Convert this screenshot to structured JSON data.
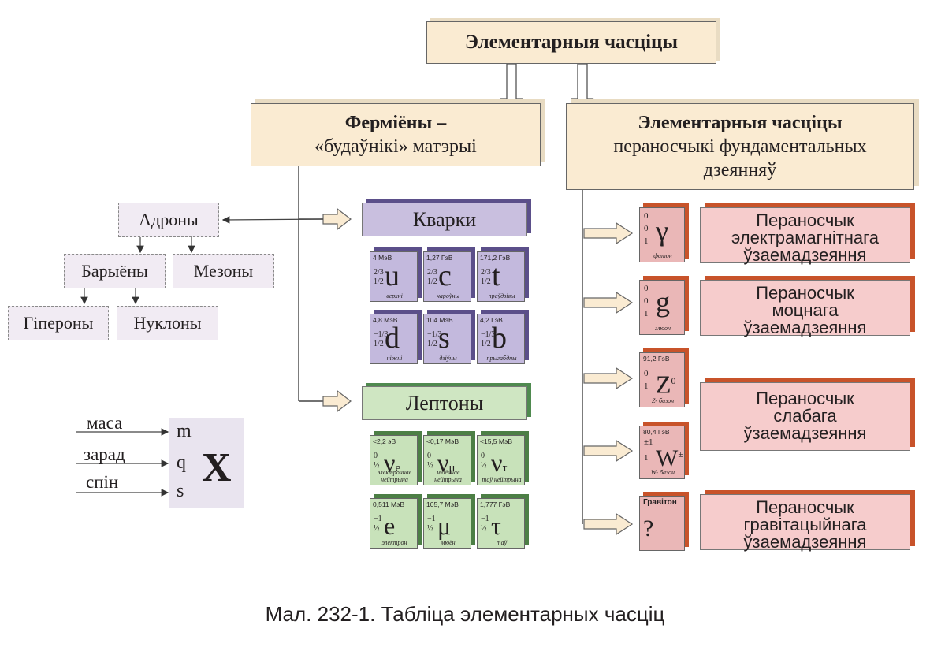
{
  "title": "Элементарныя часціцы",
  "fermions": {
    "line1": "Ферміёны –",
    "line2": "«будаўнікі» матэрыі"
  },
  "bosons": {
    "line1": "Элементарныя часціцы",
    "line2": "пераносчыкі фундаментальных",
    "line3": "дзеянняў"
  },
  "hadrons": {
    "hadrons": "Адроны",
    "baryons": "Барыёны",
    "mesons": "Мезоны",
    "hyperons": "Гіпероны",
    "nucleons": "Нуклоны"
  },
  "quarks": {
    "label": "Кварки",
    "items": [
      {
        "mass": "4 МэВ",
        "charge": "2/3",
        "spin": "1/2",
        "symbol": "u",
        "name": "верхні"
      },
      {
        "mass": "1,27 ГэВ",
        "charge": "2/3",
        "spin": "1/2",
        "symbol": "c",
        "name": "чароўны"
      },
      {
        "mass": "171,2 ГэВ",
        "charge": "2/3",
        "spin": "1/2",
        "symbol": "t",
        "name": "праўдзівы"
      },
      {
        "mass": "4,8 МэВ",
        "charge": "−1/3",
        "spin": "1/2",
        "symbol": "d",
        "name": "ніжні"
      },
      {
        "mass": "104 МэВ",
        "charge": "−1/3",
        "spin": "1/2",
        "symbol": "s",
        "name": "дзіўны"
      },
      {
        "mass": "4,2 ГэВ",
        "charge": "−1/3",
        "spin": "1/2",
        "symbol": "b",
        "name": "прыгабдны"
      }
    ]
  },
  "leptons": {
    "label": "Лептоны",
    "items": [
      {
        "mass": "<2,2 эВ",
        "charge": "0",
        "spin": "½",
        "symbol": "ν",
        "sub": "e",
        "name": "электроннае нейтрына"
      },
      {
        "mass": "<0,17 МэВ",
        "charge": "0",
        "spin": "½",
        "symbol": "ν",
        "sub": "μ",
        "name": "мюённае нейтрына"
      },
      {
        "mass": "<15,5 МэВ",
        "charge": "0",
        "spin": "½",
        "symbol": "ν",
        "sub": "τ",
        "name": "таў нейтрына"
      },
      {
        "mass": "0,511 МэВ",
        "charge": "−1",
        "spin": "½",
        "symbol": "e",
        "sub": "",
        "name": "электрон"
      },
      {
        "mass": "105,7 МэВ",
        "charge": "−1",
        "spin": "½",
        "symbol": "μ",
        "sub": "",
        "name": "мюён"
      },
      {
        "mass": "1,777 ГэВ",
        "charge": "−1",
        "spin": "½",
        "symbol": "τ",
        "sub": "",
        "name": "таў"
      }
    ]
  },
  "gauge_bosons": {
    "photon": {
      "charge": "0",
      "q2": "0",
      "spin": "1",
      "symbol": "γ",
      "name": "фатон"
    },
    "gluon": {
      "charge": "0",
      "q2": "0",
      "spin": "1",
      "symbol": "g",
      "name": "глюон"
    },
    "z": {
      "mass": "91,2 ГэВ",
      "charge": "0",
      "spin": "1",
      "symbol": "Z",
      "sup": "0",
      "name": "Z- базон"
    },
    "w": {
      "mass": "80,4 ГэВ",
      "charge": "±1",
      "spin": "1",
      "symbol": "W",
      "sup": "±",
      "name": "W- базон"
    },
    "graviton": {
      "name": "Гравітон",
      "symbol": "?"
    }
  },
  "interactions": {
    "em": [
      "Пераносчык",
      "электрамагнітнага",
      "ўзаемадзеяння"
    ],
    "strong": [
      "Пераносчык",
      "моцнага",
      "ўзаемадзеяння"
    ],
    "weak": [
      "Пераносчык",
      "слабага",
      "ўзаемадзеяння"
    ],
    "grav": [
      "Пераносчык",
      "гравітацыйнага",
      "ўзаемадзеяння"
    ]
  },
  "legend": {
    "mass": "маса",
    "charge": "зарад",
    "spin": "спін",
    "m": "m",
    "q": "q",
    "s": "s",
    "symbol": "X"
  },
  "caption": "Мал. 232-1. Табліца элементарных часціц"
}
